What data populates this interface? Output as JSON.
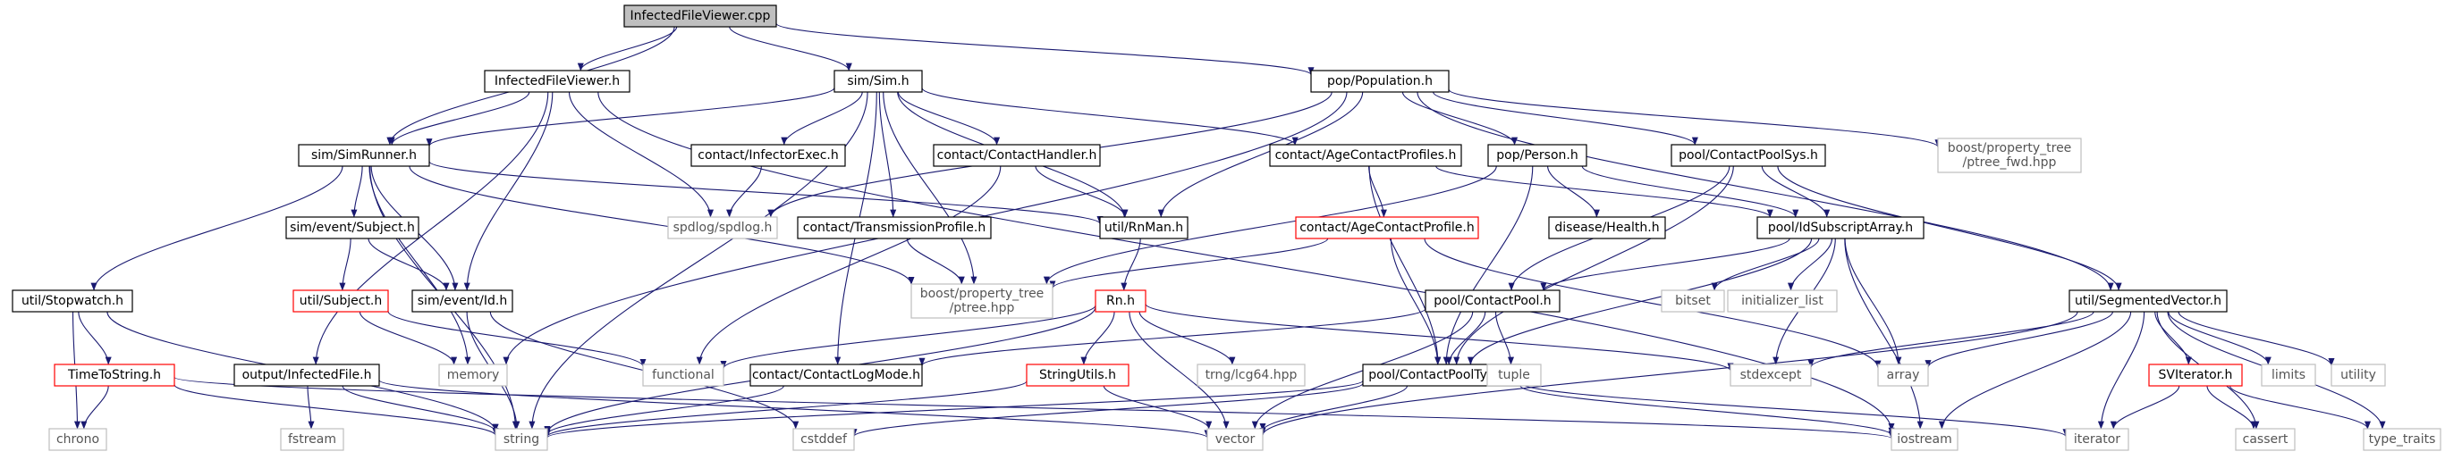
{
  "colors": {
    "background": "#ffffff",
    "edge": "#191970",
    "box_border": "#000000",
    "box_border_red": "#ff0000",
    "box_border_gray": "#bfbfbf",
    "focus_fill": "#bfbfbf",
    "label_dark": "#000000",
    "label_gray": "#555555"
  },
  "nodes": [
    {
      "id": "n_main",
      "label": "InfectedFileViewer.cpp",
      "style": "focus"
    },
    {
      "id": "n_ifv_h",
      "label": "InfectedFileViewer.h",
      "style": "normal"
    },
    {
      "id": "n_sim_h",
      "label": "sim/Sim.h",
      "style": "normal"
    },
    {
      "id": "n_population",
      "label": "pop/Population.h",
      "style": "normal"
    },
    {
      "id": "n_simrunner",
      "label": "sim/SimRunner.h",
      "style": "normal"
    },
    {
      "id": "n_infector",
      "label": "contact/InfectorExec.h",
      "style": "normal"
    },
    {
      "id": "n_handler",
      "label": "contact/ContactHandler.h",
      "style": "normal"
    },
    {
      "id": "n_agecp",
      "label": "contact/AgeContactProfiles.h",
      "style": "normal"
    },
    {
      "id": "n_person",
      "label": "pop/Person.h",
      "style": "normal"
    },
    {
      "id": "n_poolsys",
      "label": "pool/ContactPoolSys.h",
      "style": "normal"
    },
    {
      "id": "n_ptree_fwd",
      "label": "boost/property_tree\n/ptree_fwd.hpp",
      "style": "gray"
    },
    {
      "id": "n_subject_ev",
      "label": "sim/event/Subject.h",
      "style": "normal"
    },
    {
      "id": "n_spdlog",
      "label": "spdlog/spdlog.h",
      "style": "gray"
    },
    {
      "id": "n_transprof",
      "label": "contact/TransmissionProfile.h",
      "style": "normal"
    },
    {
      "id": "n_rnman",
      "label": "util/RnMan.h",
      "style": "normal"
    },
    {
      "id": "n_agecp1",
      "label": "contact/AgeContactProfile.h",
      "style": "red"
    },
    {
      "id": "n_health",
      "label": "disease/Health.h",
      "style": "normal"
    },
    {
      "id": "n_idsub",
      "label": "pool/IdSubscriptArray.h",
      "style": "normal"
    },
    {
      "id": "n_stopwatch",
      "label": "util/Stopwatch.h",
      "style": "normal"
    },
    {
      "id": "n_subject_u",
      "label": "util/Subject.h",
      "style": "red"
    },
    {
      "id": "n_id",
      "label": "sim/event/Id.h",
      "style": "normal"
    },
    {
      "id": "n_ptree",
      "label": "boost/property_tree\n/ptree.hpp",
      "style": "gray"
    },
    {
      "id": "n_rn",
      "label": "Rn.h",
      "style": "red"
    },
    {
      "id": "n_cpool",
      "label": "pool/ContactPool.h",
      "style": "normal"
    },
    {
      "id": "n_bitset",
      "label": "bitset",
      "style": "gray"
    },
    {
      "id": "n_initlist",
      "label": "initializer_list",
      "style": "gray"
    },
    {
      "id": "n_segvec",
      "label": "util/SegmentedVector.h",
      "style": "normal"
    },
    {
      "id": "n_timetostr",
      "label": "TimeToString.h",
      "style": "red"
    },
    {
      "id": "n_output",
      "label": "output/InfectedFile.h",
      "style": "normal"
    },
    {
      "id": "n_memory",
      "label": "memory",
      "style": "gray"
    },
    {
      "id": "n_functional",
      "label": "functional",
      "style": "gray"
    },
    {
      "id": "n_logmode",
      "label": "contact/ContactLogMode.h",
      "style": "normal"
    },
    {
      "id": "n_strutils",
      "label": "StringUtils.h",
      "style": "red"
    },
    {
      "id": "n_trng",
      "label": "trng/lcg64.hpp",
      "style": "gray"
    },
    {
      "id": "n_cptype",
      "label": "pool/ContactPoolType.h",
      "style": "normal"
    },
    {
      "id": "n_tuple",
      "label": "tuple",
      "style": "gray"
    },
    {
      "id": "n_stdexcept",
      "label": "stdexcept",
      "style": "gray"
    },
    {
      "id": "n_array",
      "label": "array",
      "style": "gray"
    },
    {
      "id": "n_sviter",
      "label": "SVIterator.h",
      "style": "red"
    },
    {
      "id": "n_limits",
      "label": "limits",
      "style": "gray"
    },
    {
      "id": "n_utility",
      "label": "utility",
      "style": "gray"
    },
    {
      "id": "n_chrono",
      "label": "chrono",
      "style": "gray"
    },
    {
      "id": "n_fstream",
      "label": "fstream",
      "style": "gray"
    },
    {
      "id": "n_string",
      "label": "string",
      "style": "gray"
    },
    {
      "id": "n_cstddef",
      "label": "cstddef",
      "style": "gray"
    },
    {
      "id": "n_vector",
      "label": "vector",
      "style": "gray"
    },
    {
      "id": "n_iostream",
      "label": "iostream",
      "style": "gray"
    },
    {
      "id": "n_iterator",
      "label": "iterator",
      "style": "gray"
    },
    {
      "id": "n_cassert",
      "label": "cassert",
      "style": "gray"
    },
    {
      "id": "n_typetraits",
      "label": "type_traits",
      "style": "gray"
    }
  ],
  "edges": [
    [
      "n_main",
      "n_ifv_h"
    ],
    [
      "n_main",
      "n_sim_h"
    ],
    [
      "n_main",
      "n_population"
    ],
    [
      "n_main",
      "n_simrunner"
    ],
    [
      "n_ifv_h",
      "n_simrunner"
    ],
    [
      "n_ifv_h",
      "n_id"
    ],
    [
      "n_ifv_h",
      "n_output"
    ],
    [
      "n_ifv_h",
      "n_spdlog"
    ],
    [
      "n_ifv_h",
      "n_iostream"
    ],
    [
      "n_sim_h",
      "n_infector"
    ],
    [
      "n_sim_h",
      "n_handler"
    ],
    [
      "n_sim_h",
      "n_agecp"
    ],
    [
      "n_sim_h",
      "n_transprof"
    ],
    [
      "n_sim_h",
      "n_rnman"
    ],
    [
      "n_sim_h",
      "n_ptree"
    ],
    [
      "n_sim_h",
      "n_logmode"
    ],
    [
      "n_sim_h",
      "n_string"
    ],
    [
      "n_sim_h",
      "n_simrunner"
    ],
    [
      "n_population",
      "n_person"
    ],
    [
      "n_population",
      "n_poolsys"
    ],
    [
      "n_population",
      "n_ptree_fwd"
    ],
    [
      "n_population",
      "n_spdlog"
    ],
    [
      "n_population",
      "n_rnman"
    ],
    [
      "n_population",
      "n_segvec"
    ],
    [
      "n_population",
      "n_memory"
    ],
    [
      "n_simrunner",
      "n_subject_ev"
    ],
    [
      "n_simrunner",
      "n_stopwatch"
    ],
    [
      "n_simrunner",
      "n_id"
    ],
    [
      "n_simrunner",
      "n_memory"
    ],
    [
      "n_simrunner",
      "n_rnman"
    ],
    [
      "n_simrunner",
      "n_ptree"
    ],
    [
      "n_simrunner",
      "n_string"
    ],
    [
      "n_infector",
      "n_spdlog"
    ],
    [
      "n_handler",
      "n_rnman"
    ],
    [
      "n_handler",
      "n_functional"
    ],
    [
      "n_agecp",
      "n_agecp1"
    ],
    [
      "n_agecp",
      "n_idsub"
    ],
    [
      "n_agecp",
      "n_cptype"
    ],
    [
      "n_person",
      "n_health"
    ],
    [
      "n_person",
      "n_idsub"
    ],
    [
      "n_person",
      "n_cptype"
    ],
    [
      "n_person",
      "n_ptree"
    ],
    [
      "n_poolsys",
      "n_idsub"
    ],
    [
      "n_poolsys",
      "n_cpool"
    ],
    [
      "n_poolsys",
      "n_cptype"
    ],
    [
      "n_poolsys",
      "n_segvec"
    ],
    [
      "n_subject_ev",
      "n_subject_u"
    ],
    [
      "n_subject_ev",
      "n_id"
    ],
    [
      "n_transprof",
      "n_ptree"
    ],
    [
      "n_rnman",
      "n_rn"
    ],
    [
      "n_agecp1",
      "n_cptype"
    ],
    [
      "n_agecp1",
      "n_ptree"
    ],
    [
      "n_agecp1",
      "n_array"
    ],
    [
      "n_idsub",
      "n_bitset"
    ],
    [
      "n_idsub",
      "n_initlist"
    ],
    [
      "n_idsub",
      "n_cpool"
    ],
    [
      "n_idsub",
      "n_cptype"
    ],
    [
      "n_idsub",
      "n_stdexcept"
    ],
    [
      "n_idsub",
      "n_array"
    ],
    [
      "n_idsub",
      "n_iostream"
    ],
    [
      "n_stopwatch",
      "n_timetostr"
    ],
    [
      "n_stopwatch",
      "n_chrono"
    ],
    [
      "n_stopwatch",
      "n_string"
    ],
    [
      "n_subject_u",
      "n_functional"
    ],
    [
      "n_subject_u",
      "n_memory"
    ],
    [
      "n_id",
      "n_string"
    ],
    [
      "n_id",
      "n_cstddef"
    ],
    [
      "n_rn",
      "n_trng"
    ],
    [
      "n_rn",
      "n_strutils"
    ],
    [
      "n_rn",
      "n_functional"
    ],
    [
      "n_rn",
      "n_vector"
    ],
    [
      "n_rn",
      "n_string"
    ],
    [
      "n_rn",
      "n_stdexcept"
    ],
    [
      "n_cpool",
      "n_cptype"
    ],
    [
      "n_cpool",
      "n_tuple"
    ],
    [
      "n_cpool",
      "n_vector"
    ],
    [
      "n_cpool",
      "n_logmode"
    ],
    [
      "n_segvec",
      "n_sviter"
    ],
    [
      "n_segvec",
      "n_limits"
    ],
    [
      "n_segvec",
      "n_utility"
    ],
    [
      "n_segvec",
      "n_stdexcept"
    ],
    [
      "n_segvec",
      "n_array"
    ],
    [
      "n_segvec",
      "n_iterator"
    ],
    [
      "n_segvec",
      "n_cassert"
    ],
    [
      "n_segvec",
      "n_typetraits"
    ],
    [
      "n_segvec",
      "n_iostream"
    ],
    [
      "n_segvec",
      "n_vector"
    ],
    [
      "n_timetostr",
      "n_chrono"
    ],
    [
      "n_timetostr",
      "n_string"
    ],
    [
      "n_timetostr",
      "n_iostream"
    ],
    [
      "n_output",
      "n_fstream"
    ],
    [
      "n_output",
      "n_string"
    ],
    [
      "n_output",
      "n_vector"
    ],
    [
      "n_logmode",
      "n_string"
    ],
    [
      "n_strutils",
      "n_string"
    ],
    [
      "n_strutils",
      "n_vector"
    ],
    [
      "n_cptype",
      "n_string"
    ],
    [
      "n_cptype",
      "n_cstddef"
    ],
    [
      "n_cptype",
      "n_vector"
    ],
    [
      "n_cptype",
      "n_iostream"
    ],
    [
      "n_cptype",
      "n_iterator"
    ],
    [
      "n_sviter",
      "n_iterator"
    ],
    [
      "n_sviter",
      "n_cassert"
    ],
    [
      "n_sviter",
      "n_typetraits"
    ]
  ]
}
